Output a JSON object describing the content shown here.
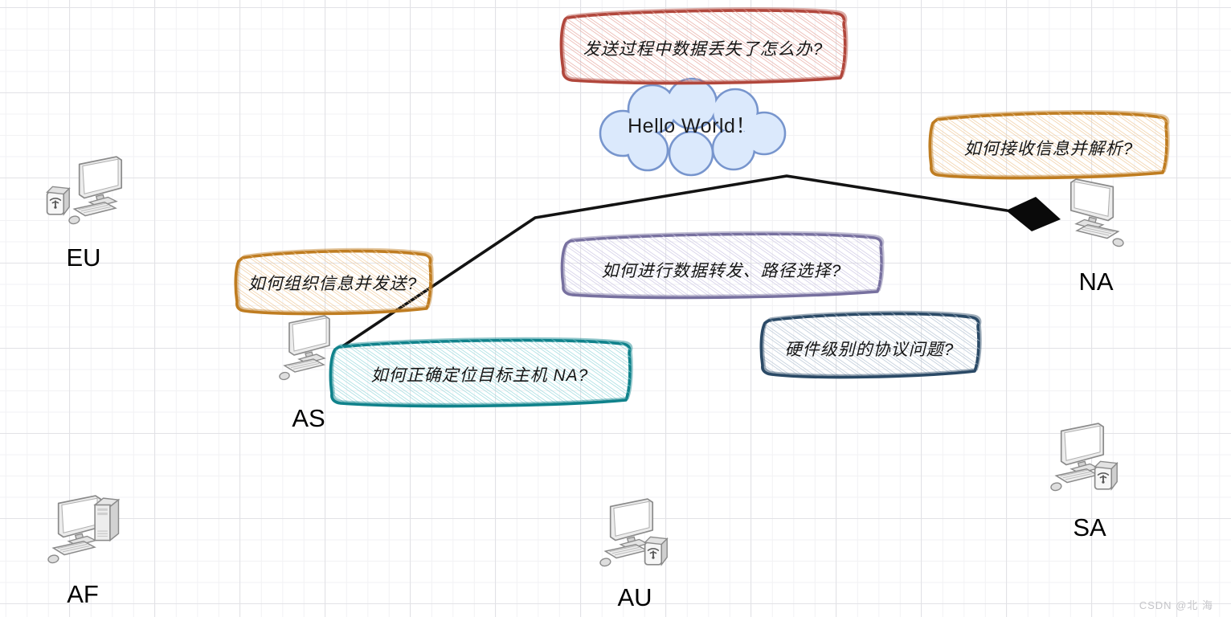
{
  "cloud": {
    "label": "Hello World！"
  },
  "callouts": [
    {
      "name": "data-loss",
      "text": "发送过程中数据丢失了怎么办?",
      "stroke": "#b1473c",
      "hatch": "#e7aaa2"
    },
    {
      "name": "receive-parse",
      "text": "如何接收信息并解析?",
      "stroke": "#bf7d21",
      "hatch": "#efcb9d"
    },
    {
      "name": "organize-send",
      "text": "如何组织信息并发送?",
      "stroke": "#bf7d21",
      "hatch": "#efcb9d"
    },
    {
      "name": "forward-route",
      "text": "如何进行数据转发、路径选择?",
      "stroke": "#77709f",
      "hatch": "#cdc7e4"
    },
    {
      "name": "locate-target",
      "text": "如何正确定位目标主机 NA?",
      "stroke": "#10828b",
      "hatch": "#9ad9dd"
    },
    {
      "name": "hardware-protocol",
      "text": "硬件级别的协议问题?",
      "stroke": "#2b4a66",
      "hatch": "#b6c4d4"
    }
  ],
  "hosts": [
    {
      "label": "EU"
    },
    {
      "label": "NA"
    },
    {
      "label": "AS"
    },
    {
      "label": "AF"
    },
    {
      "label": "AU"
    },
    {
      "label": "SA"
    }
  ],
  "connection": {
    "from": "AS",
    "to": "NA",
    "line_color": "#111111"
  },
  "watermark": "CSDN @北 海"
}
